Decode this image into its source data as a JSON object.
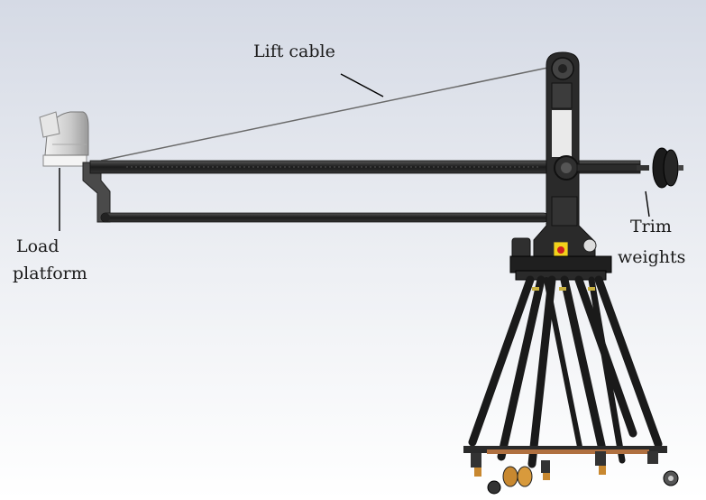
{
  "labels": {
    "lift_cable": "Lift cable",
    "trim_line1": "Trim",
    "trim_line2": "weights",
    "load_line1": "Load",
    "load_line2": "platform"
  },
  "colors": {
    "background_top": "#d8dde7",
    "background_bottom": "#ffffff",
    "metal_dark": "#1e1e1e",
    "metal_mid": "#3a3a3a",
    "camera_body": "#d6d6d6",
    "warning_yellow": "#f2d21b",
    "warning_red": "#d02020",
    "wood_brace": "#b07040",
    "wheel_orange": "#c88830"
  }
}
